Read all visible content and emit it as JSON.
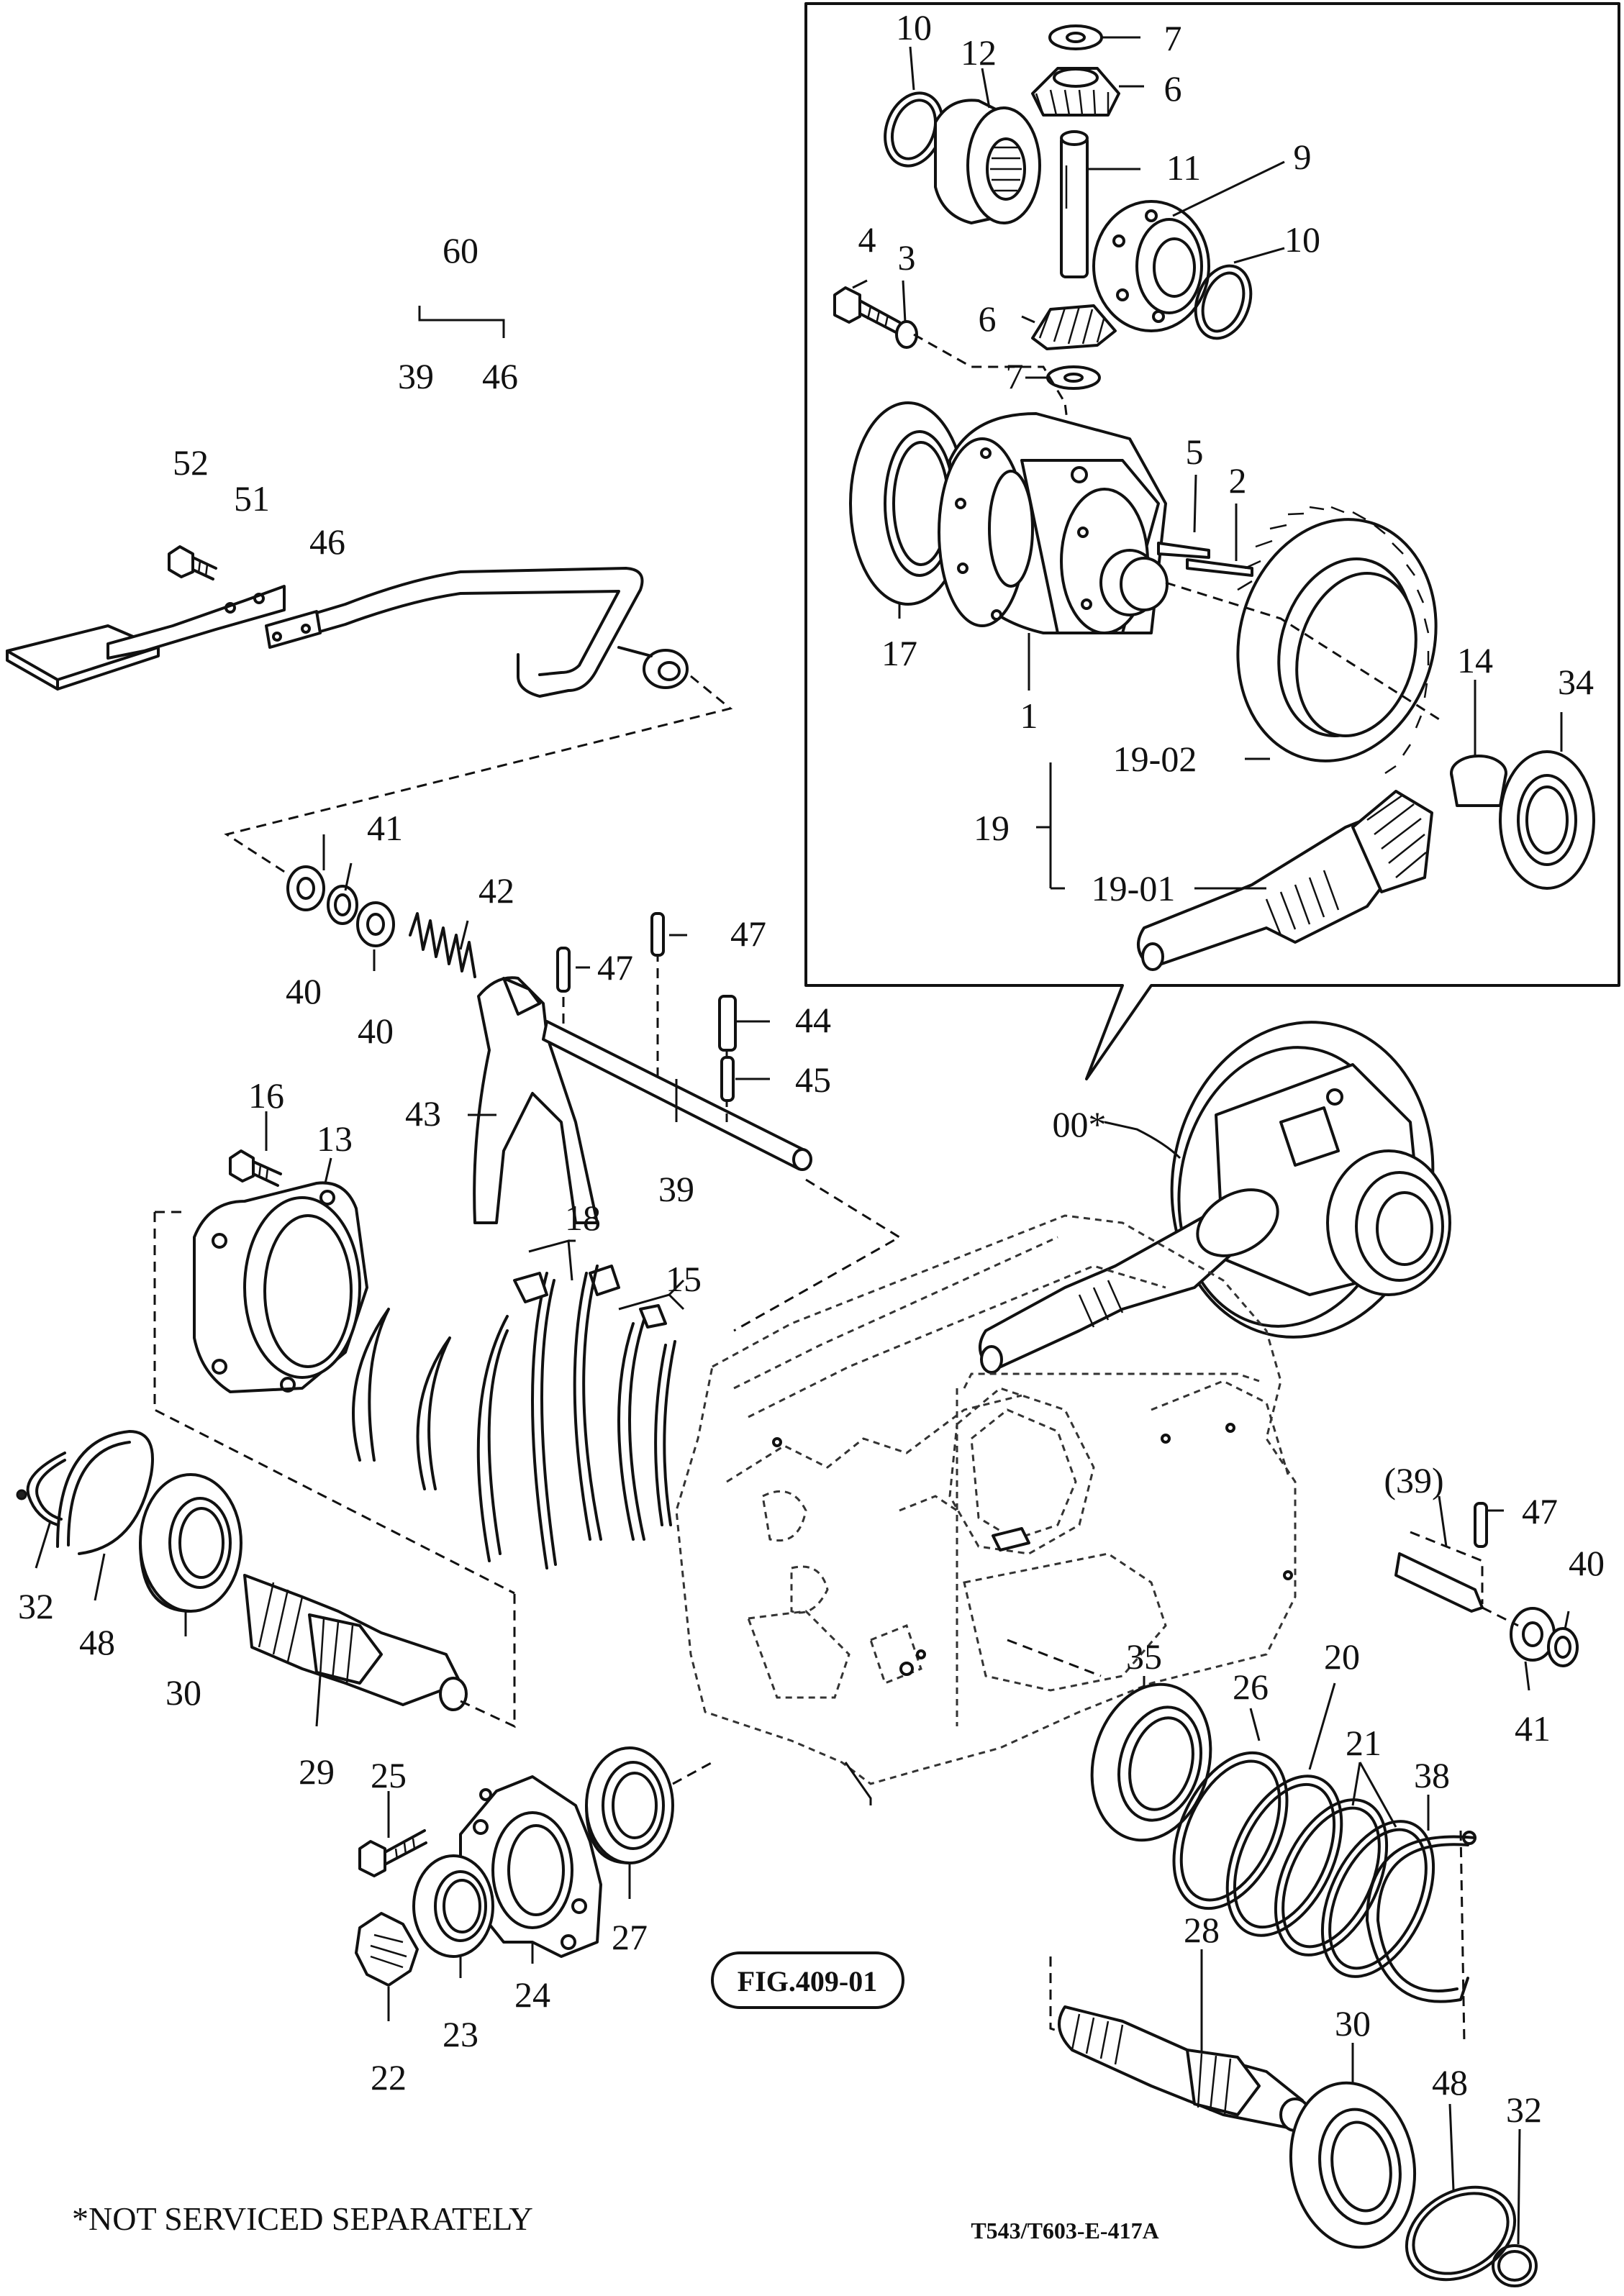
{
  "parts_diagram": {
    "callouts": [
      "10",
      "12",
      "7",
      "6",
      "11",
      "9",
      "10",
      "4",
      "3",
      "6",
      "7",
      "5",
      "2",
      "17",
      "1",
      "14",
      "34",
      "19-02",
      "19",
      "19-01",
      "60",
      "39",
      "46",
      "52",
      "51",
      "46",
      "41",
      "42",
      "47",
      "47",
      "44",
      "45",
      "40",
      "40",
      "43",
      "39",
      "00*",
      "16",
      "13",
      "18",
      "15",
      "32",
      "48",
      "30",
      "29",
      "(39)",
      "47",
      "40",
      "41",
      "25",
      "27",
      "24",
      "23",
      "22",
      "35",
      "26",
      "20",
      "21",
      "38",
      "28",
      "30",
      "48",
      "32"
    ],
    "figure_reference": "FIG.409-01",
    "footnote": "*NOT SERVICED SEPARATELY",
    "drawing_code": "T543/T603-E-417A"
  }
}
